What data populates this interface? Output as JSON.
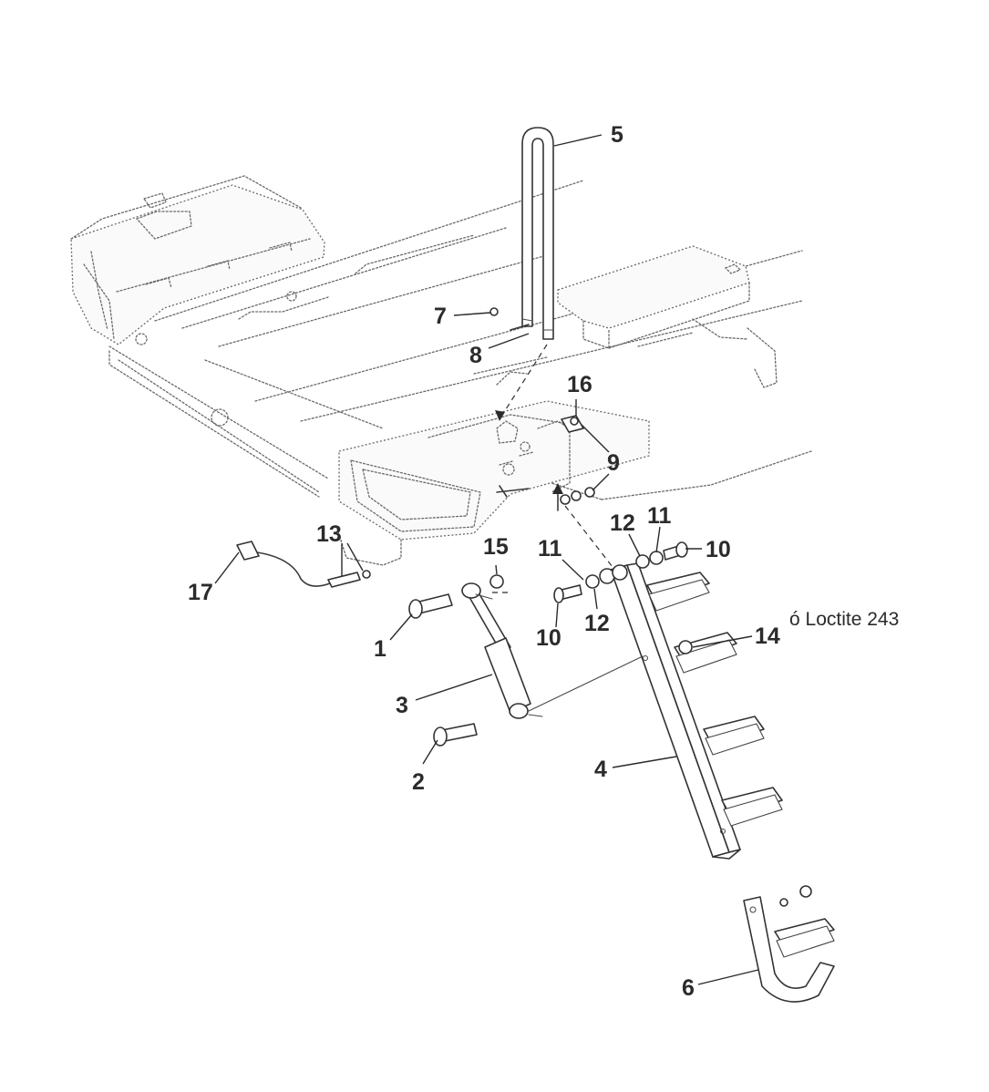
{
  "figure": {
    "note": "ó Loctite 243",
    "callouts": {
      "c1": "1",
      "c2": "2",
      "c3": "3",
      "c4": "4",
      "c5": "5",
      "c6": "6",
      "c7": "7",
      "c8": "8",
      "c9": "9",
      "c10a": "10",
      "c10b": "10",
      "c11a": "11",
      "c11b": "11",
      "c12a": "12",
      "c12b": "12",
      "c13": "13",
      "c14": "14",
      "c15": "15",
      "c16": "16",
      "c17": "17"
    }
  },
  "colors": {
    "ink": "#2b2b2b",
    "ghost": "#6a6a6a",
    "background": "#ffffff"
  }
}
